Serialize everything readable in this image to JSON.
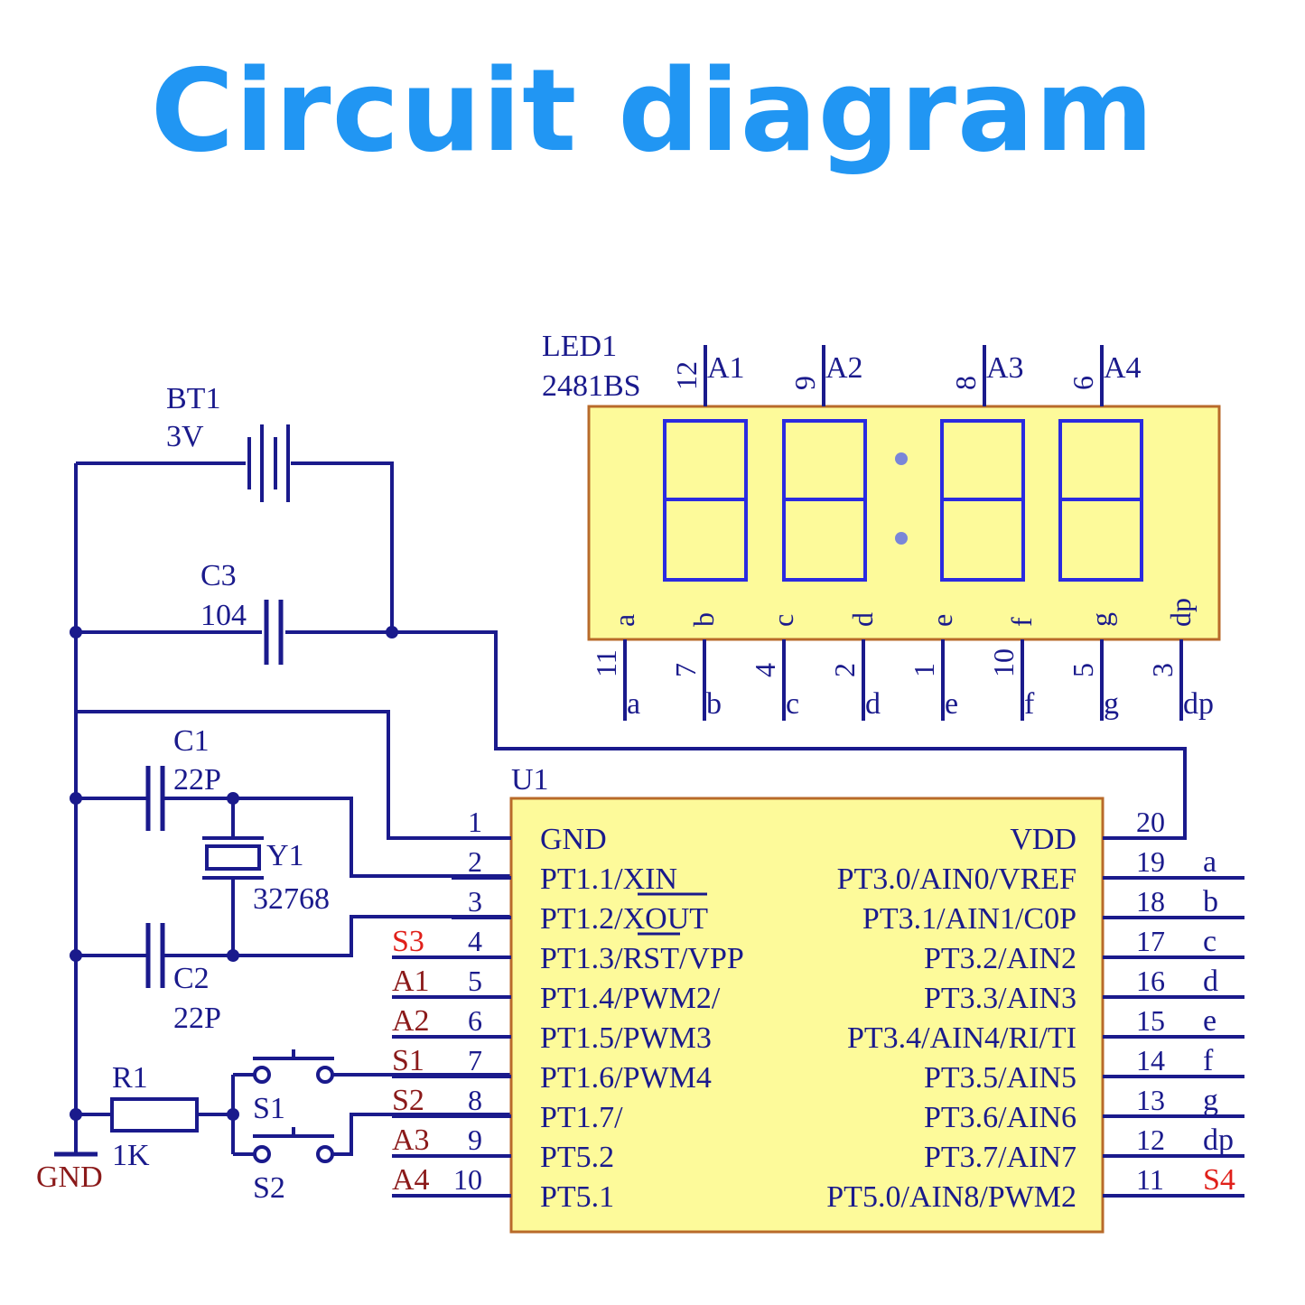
{
  "title": "Circuit diagram",
  "colors": {
    "title": "#2196f3",
    "wire": "#1a1a8c",
    "chip_fill": "#fdfa9a",
    "net_red": "#e0201a",
    "net_dark_red": "#8b1a1a"
  },
  "battery": {
    "ref": "BT1",
    "value": "3V"
  },
  "c3": {
    "ref": "C3",
    "value": "104"
  },
  "c1": {
    "ref": "C1",
    "value": "22P"
  },
  "c2": {
    "ref": "C2",
    "value": "22P"
  },
  "y1": {
    "ref": "Y1",
    "value": "32768"
  },
  "r1": {
    "ref": "R1",
    "value": "1K"
  },
  "s1": {
    "ref": "S1"
  },
  "s2": {
    "ref": "S2"
  },
  "gnd": {
    "label": "GND"
  },
  "led": {
    "ref": "LED1",
    "part": "2481BS",
    "top_pins": [
      {
        "num": "12",
        "net": "A1"
      },
      {
        "num": "9",
        "net": "A2"
      },
      {
        "num": "8",
        "net": "A3"
      },
      {
        "num": "6",
        "net": "A4"
      }
    ],
    "bottom_pins": [
      {
        "seg": "a",
        "num": "11",
        "net": "a"
      },
      {
        "seg": "b",
        "num": "7",
        "net": "b"
      },
      {
        "seg": "c",
        "num": "4",
        "net": "c"
      },
      {
        "seg": "d",
        "num": "2",
        "net": "d"
      },
      {
        "seg": "e",
        "num": "1",
        "net": "e"
      },
      {
        "seg": "f",
        "num": "10",
        "net": "f"
      },
      {
        "seg": "g",
        "num": "5",
        "net": "g"
      },
      {
        "seg": "dp",
        "num": "3",
        "net": "dp"
      }
    ]
  },
  "u1": {
    "ref": "U1",
    "left_pins": [
      {
        "num": "1",
        "name": "GND",
        "net": ""
      },
      {
        "num": "2",
        "name": "PT1.1/XIN",
        "net": ""
      },
      {
        "num": "3",
        "name": "PT1.2/XOUT",
        "net": ""
      },
      {
        "num": "4",
        "name": "PT1.3/RST/VPP",
        "net": "S3"
      },
      {
        "num": "5",
        "name": "PT1.4/PWM2/",
        "net": "A1"
      },
      {
        "num": "6",
        "name": "PT1.5/PWM3",
        "net": "A2"
      },
      {
        "num": "7",
        "name": "PT1.6/PWM4",
        "net": "S1"
      },
      {
        "num": "8",
        "name": "PT1.7/",
        "net": "S2"
      },
      {
        "num": "9",
        "name": "PT5.2",
        "net": "A3"
      },
      {
        "num": "10",
        "name": "PT5.1",
        "net": "A4"
      }
    ],
    "right_pins": [
      {
        "num": "20",
        "name": "VDD",
        "net": ""
      },
      {
        "num": "19",
        "name": "PT3.0/AIN0/VREF",
        "net": "a"
      },
      {
        "num": "18",
        "name": "PT3.1/AIN1/C0P",
        "net": "b"
      },
      {
        "num": "17",
        "name": "PT3.2/AIN2",
        "net": "c"
      },
      {
        "num": "16",
        "name": "PT3.3/AIN3",
        "net": "d"
      },
      {
        "num": "15",
        "name": "PT3.4/AIN4/RI/TI",
        "net": "e"
      },
      {
        "num": "14",
        "name": "PT3.5/AIN5",
        "net": "f"
      },
      {
        "num": "13",
        "name": "PT3.6/AIN6",
        "net": "g"
      },
      {
        "num": "12",
        "name": "PT3.7/AIN7",
        "net": "dp"
      },
      {
        "num": "11",
        "name": "PT5.0/AIN8/PWM2",
        "net": "S4"
      }
    ]
  }
}
